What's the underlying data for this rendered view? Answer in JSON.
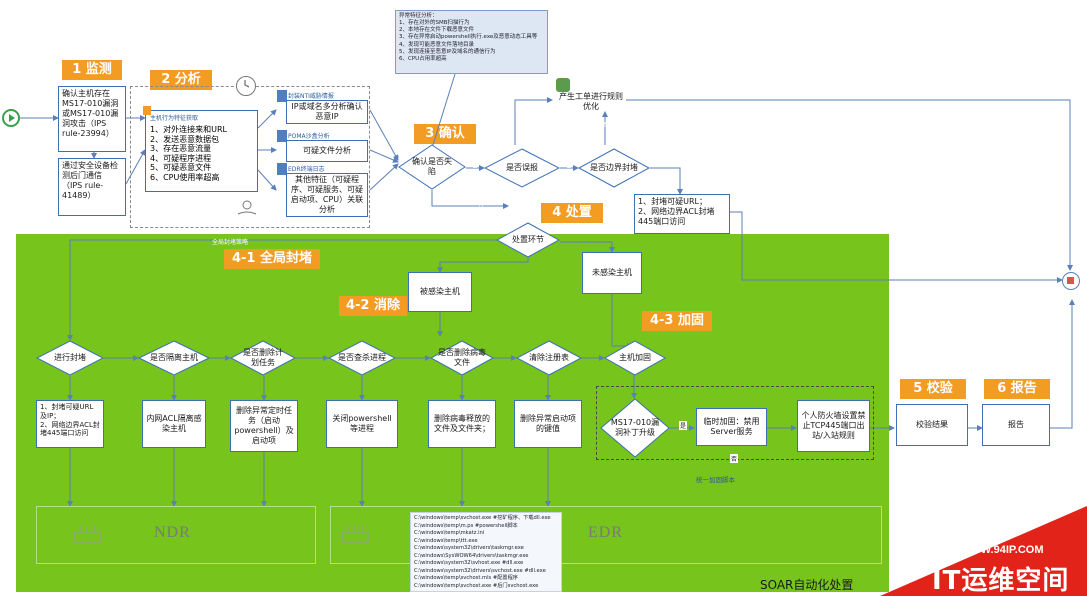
{
  "stages": {
    "monitor": "1 监测",
    "analyze": "2 分析",
    "confirm": "3 确认",
    "dispose": "4 处置",
    "global_block": "4-1 全局封堵",
    "eliminate": "4-2 消除",
    "harden": "4-3 加固",
    "verify": "5 校验",
    "report": "6 报告"
  },
  "monitor": {
    "box1": "确认主机存在MS17-010漏洞或MS17-010漏洞攻击（IPS rule-23994）",
    "box2": "通过安全设备检测后门通信（IPS rule-41489）"
  },
  "analyze": {
    "behavior_title": "主机行为特征获取",
    "behavior_items": [
      "1、对外连接来和URL",
      "2、发送恶意数据包",
      "3、存在恶意流量",
      "4、可疑程序进程",
      "5、可疑恶意文件",
      "6、CPU使用率超高"
    ],
    "tool1_title": "封装NTI威胁情报",
    "tool1": "IP或域名多分析确认恶意IP",
    "tool2_title": "POMA沙盒分析",
    "tool2": "可疑文件分析",
    "tool3_title": "EDR终端日志",
    "tool3": "其他特征（可疑程序、可疑服务、可疑启动项、CPU）关联分析"
  },
  "note": {
    "title": "异常特征分析：",
    "items": [
      "1、存在对外的SMB扫描行为",
      "2、本地存在文件下载恶意文件",
      "3、存在异常启动powershell执行.exe及恶意动态工具等",
      "4、发现可能恶意文件落地目录",
      "5、发现连接至恶意IP及域名的通信行为",
      "6、CPU占用率超高"
    ]
  },
  "confirm": {
    "diamond": "确认是否失陷",
    "false_positive": "是否误报",
    "border_block": "是否边界封堵",
    "ticket": "产生工单进行规则优化",
    "border_actions": "1、封堵可疑URL；\n2、网络边界ACL封堵445端口访问"
  },
  "dispose": {
    "diamond": "处置环节",
    "infected": "被感染主机",
    "uninfected": "未感染主机",
    "global_policy": "全局封堵策略"
  },
  "branches": {
    "block": "进行封堵",
    "isolate": "是否隔离主机",
    "delete_task": "是否删除计划任务",
    "kill_proc": "是否查杀进程",
    "delete_virus": "是否删除病毒文件",
    "clear_reg": "清除注册表",
    "host_harden": "主机加固",
    "patch": "MS17-010漏洞补丁升级"
  },
  "actions": {
    "block_detail": "1、封堵可疑URL及IP；\n2、网络边界ACL封堵445端口访问",
    "isolate_detail": "内网ACL隔离感染主机",
    "task_detail": "删除异常定时任务（启动powershell）及启动项",
    "proc_detail": "关闭powershell等进程",
    "virus_detail": "删除病毒释放的文件及文件夹；",
    "reg_detail": "删除异常启动项的键值",
    "temp_fix": "临时加固：禁用Server服务",
    "firewall": "个人防火墙设置禁止TCP445端口出站/入站规则",
    "verify_result": "校验结果",
    "report": "报告"
  },
  "edges": {
    "yes": "是",
    "no": "否",
    "unified_script": "统一加固脚本"
  },
  "ndr": "NDR",
  "edr": "EDR",
  "soar": "SOAR自动化处置",
  "edr_files": [
    "C:\\windows\\temp\\svchost.exe #挖矿程序、下载dll.exe",
    "C:\\windows\\temp\\m.ps #powershell脚本",
    "C:\\windows\\temp\\mkatz.ini",
    "C:\\windows\\temp\\ttt.exe",
    "C:\\windows\\system32\\drivers\\taskmgr.exe",
    "C:\\windows\\SysWOW64\\drivers\\taskmgr.exe",
    "C:\\windows\\system32\\svhost.exe     #dll.exe",
    "C:\\windows\\system32\\drivers\\svchost.exe #dll.exe",
    "C:\\windows\\temp\\svchost.mls #配置程序",
    "C:\\windows\\temp\\svchost.exe #后门svchost.exe"
  ],
  "watermark": {
    "url": "WWW.94IP.COM",
    "name": "IT运维空间"
  }
}
